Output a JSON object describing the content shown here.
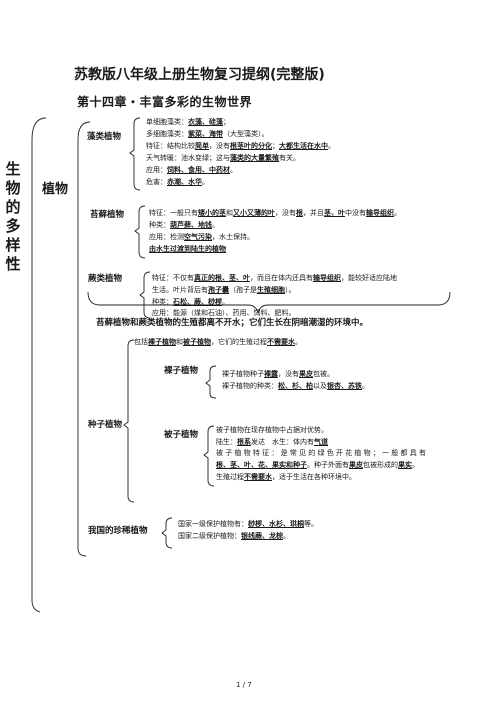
{
  "title": "苏教版八年级上册生物复习提纲(完整版)",
  "chapter": "第十四章・丰富多彩的生物世界",
  "side_label": "生物的多样性",
  "plant_label": "植物",
  "algae": {
    "label": "藻类植物",
    "lines": [
      [
        {
          "t": "单细胞藻类："
        },
        {
          "t": "衣藻、硅藻",
          "u": true
        },
        {
          "t": "；"
        }
      ],
      [
        {
          "t": "多细胞藻类："
        },
        {
          "t": "紫菜、海带",
          "u": true
        },
        {
          "t": "（大型藻类）。"
        }
      ],
      [
        {
          "t": "特征：结构比较"
        },
        {
          "t": "简单",
          "u": true
        },
        {
          "t": "，没有"
        },
        {
          "t": "根茎叶的分化",
          "u": true
        },
        {
          "t": "；"
        },
        {
          "t": "大都生活在水中",
          "u": true
        },
        {
          "t": "。"
        }
      ],
      [
        {
          "t": "天气转暖：池水变绿；这与"
        },
        {
          "t": "藻类的大量繁殖",
          "u": true
        },
        {
          "t": "有关。"
        }
      ],
      [
        {
          "t": "应用："
        },
        {
          "t": "饲料、食用、中药材",
          "u": true
        },
        {
          "t": "。"
        }
      ],
      [
        {
          "t": "危害："
        },
        {
          "t": "赤潮、水华",
          "u": true
        },
        {
          "t": "。"
        }
      ]
    ]
  },
  "moss": {
    "label": "苔藓植物",
    "lines": [
      [
        {
          "t": "特征：一般只有"
        },
        {
          "t": "矮小的茎",
          "u": true
        },
        {
          "t": "和"
        },
        {
          "t": "又小又薄的叶",
          "u": true
        },
        {
          "t": "，没有"
        },
        {
          "t": "根",
          "u": true
        },
        {
          "t": "，并且"
        },
        {
          "t": "茎、叶",
          "u": true
        },
        {
          "t": "中没有"
        },
        {
          "t": "输导组织",
          "u": true
        },
        {
          "t": "。"
        }
      ],
      [
        {
          "t": "种类："
        },
        {
          "t": "葫芦藓、地钱",
          "u": true
        },
        {
          "t": "。"
        }
      ],
      [
        {
          "t": "应用：检测"
        },
        {
          "t": "空气污染",
          "u": true
        },
        {
          "t": "，水土保持。"
        }
      ],
      [
        {
          "t": "由水生过渡到陆生的植物",
          "u": true
        }
      ]
    ]
  },
  "fern": {
    "label": "蕨类植物",
    "lines": [
      [
        {
          "t": "特征：不仅有"
        },
        {
          "t": "真正的根、茎、叶",
          "u": true
        },
        {
          "t": "，而且在体内还具有"
        },
        {
          "t": "输导组织",
          "u": true
        },
        {
          "t": "，能较好适应陆地"
        }
      ],
      [
        {
          "t": "生活。叶片背后有"
        },
        {
          "t": "孢子囊",
          "u": true
        },
        {
          "t": "（孢子是"
        },
        {
          "t": "生殖细胞",
          "u": true
        },
        {
          "t": "）。"
        }
      ],
      [
        {
          "t": "种类："
        },
        {
          "t": "石松、蕨、桫椤",
          "u": true
        },
        {
          "t": "。"
        }
      ],
      [
        {
          "t": "应用：能源（煤和石油）、药用、饲料、肥料。"
        }
      ]
    ]
  },
  "spore_note": "苔藓植物和蕨类植物的生殖都离不开水；它们生长在阴暗潮湿的环境中。",
  "seed": {
    "label": "种子植物",
    "intro": [
      {
        "t": "包括"
      },
      {
        "t": "裸子植物",
        "u": true
      },
      {
        "t": "和"
      },
      {
        "t": "被子植物",
        "u": true
      },
      {
        "t": "，它们的生殖过程"
      },
      {
        "t": "不需要水",
        "u": true
      },
      {
        "t": "。"
      }
    ],
    "gymno_label": "裸子植物",
    "gymno_lines": [
      [
        {
          "t": "裸子植物种子"
        },
        {
          "t": "裸露",
          "u": true
        },
        {
          "t": "，没有"
        },
        {
          "t": "果皮",
          "u": true
        },
        {
          "t": "包被。"
        }
      ],
      [
        {
          "t": "裸子植物的种类："
        },
        {
          "t": "松、杉、柏",
          "u": true
        },
        {
          "t": "以及"
        },
        {
          "t": "银杏、苏铁",
          "u": true
        },
        {
          "t": "。"
        }
      ]
    ],
    "angio_label": "被子植物",
    "angio_lines": [
      [
        {
          "t": "被子植物在现存植物中占据对优势。"
        }
      ],
      [
        {
          "t": "陆生："
        },
        {
          "t": "根系",
          "u": true
        },
        {
          "t": "发达　水生：体内有"
        },
        {
          "t": "气道",
          "u": true
        }
      ],
      [
        {
          "t": "被 子 植 物 特 征 ： 是 常 见 的 绿 色 开 花 植 物 ； 一 般 都 具 有"
        }
      ],
      [
        {
          "t": "根、茎、叶、花、果实和种子",
          "u": true
        },
        {
          "t": "。种子外面有"
        },
        {
          "t": "果皮",
          "u": true
        },
        {
          "t": "包被形成的"
        },
        {
          "t": "果实",
          "u": true
        },
        {
          "t": "。"
        }
      ],
      [
        {
          "t": "生殖过程"
        },
        {
          "t": "不需要水",
          "u": true
        },
        {
          "t": "，适于生活在各种环境中。"
        }
      ]
    ]
  },
  "rare": {
    "label": "我国的珍稀植物",
    "lines": [
      [
        {
          "t": "国家一级保护植物有："
        },
        {
          "t": "桫椤、水杉、珙桐",
          "u": true
        },
        {
          "t": "等。"
        }
      ],
      [
        {
          "t": "国家二级保护植物："
        },
        {
          "t": "银线蕨、龙棕",
          "u": true
        },
        {
          "t": "。"
        }
      ]
    ]
  },
  "footer": "1 / 7"
}
